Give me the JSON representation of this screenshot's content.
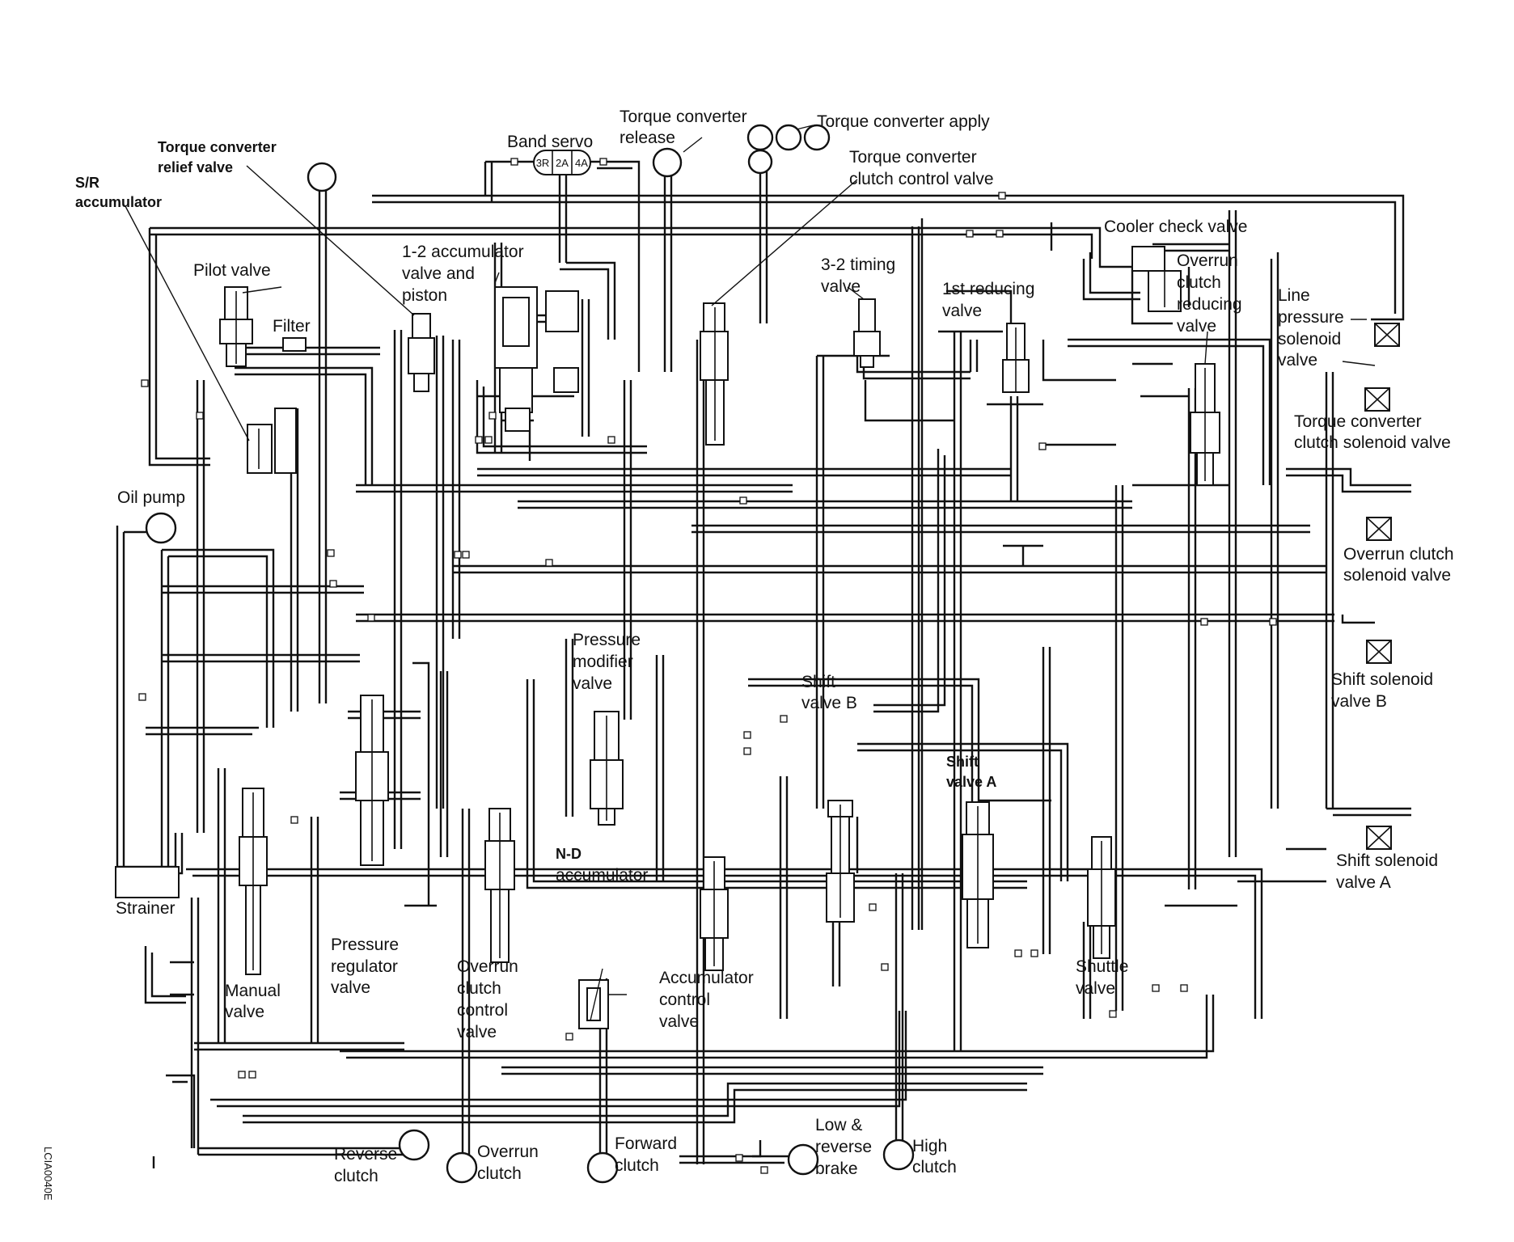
{
  "labels": {
    "torque_converter_release": [
      "Torque converter",
      "release"
    ],
    "torque_converter_apply": "Torque converter apply",
    "band_servo": "Band servo",
    "band_servo_codes": [
      "3R",
      "2A",
      "4A"
    ],
    "torque_converter_relief_valve": [
      "Torque converter",
      "relief valve"
    ],
    "sr_accumulator": [
      "S/R",
      "accumulator"
    ],
    "torque_converter_clutch_control_valve": [
      "Torque converter",
      "clutch control valve"
    ],
    "cooler_check_valve": "Cooler check valve",
    "pilot_valve": "Pilot valve",
    "accumulator_12": [
      "1-2 accumulator",
      "valve and",
      "piston"
    ],
    "filter": "Filter",
    "timing_32_valve": [
      "3-2 timing",
      "valve"
    ],
    "first_reducing_valve": [
      "1st reducing",
      "valve"
    ],
    "overrun_clutch_reducing_valve": [
      "Overrun",
      "clutch",
      "reducing",
      "valve"
    ],
    "line_pressure_solenoid_valve": [
      "Line",
      "pressure",
      "solenoid",
      "valve"
    ],
    "torque_converter_clutch_solenoid_valve": [
      "Torque converter",
      "clutch solenoid valve"
    ],
    "oil_pump": "Oil pump",
    "overrun_clutch_solenoid_valve": [
      "Overrun clutch",
      "solenoid valve"
    ],
    "pressure_modifier_valve": [
      "Pressure",
      "modifier",
      "valve"
    ],
    "shift_valve_b": [
      "Shift",
      "valve B"
    ],
    "shift_solenoid_valve_b": [
      "Shift solenoid",
      "valve B"
    ],
    "shift_valve_a": [
      "Shift",
      "valve A"
    ],
    "shift_solenoid_valve_a": [
      "Shift solenoid",
      "valve A"
    ],
    "nd_accumulator": [
      "N-D",
      "accumulator"
    ],
    "strainer": "Strainer",
    "pressure_regulator_valve": [
      "Pressure",
      "regulator",
      "valve"
    ],
    "overrun_clutch_control_valve": [
      "Overrun",
      "clutch",
      "control",
      "valve"
    ],
    "accumulator_control_valve": [
      "Accumulator",
      "control",
      "valve"
    ],
    "shuttle_valve": [
      "Shuttle",
      "valve"
    ],
    "manual_valve": [
      "Manual",
      "valve"
    ],
    "reverse_clutch": [
      "Reverse",
      "clutch"
    ],
    "overrun_clutch": [
      "Overrun",
      "clutch"
    ],
    "forward_clutch": [
      "Forward",
      "clutch"
    ],
    "low_reverse_brake": [
      "Low &",
      "reverse",
      "brake"
    ],
    "high_clutch": [
      "High",
      "clutch"
    ],
    "figure_code": "LCIA0040E"
  }
}
